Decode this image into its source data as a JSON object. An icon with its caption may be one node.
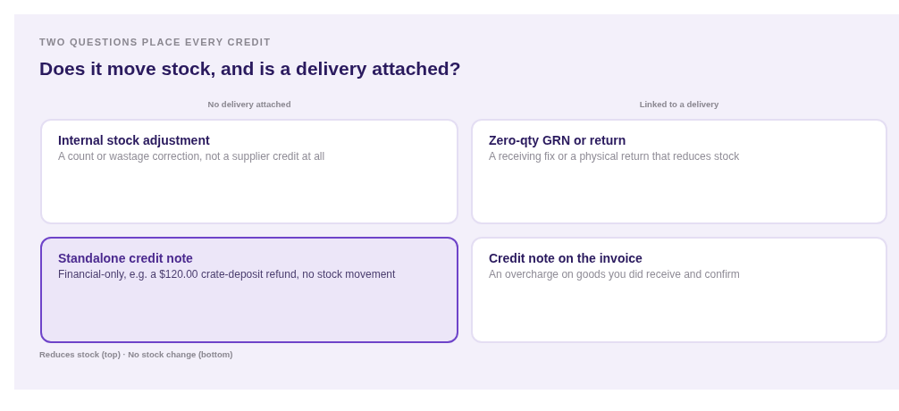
{
  "diagram": {
    "title": "Does it move stock, and is a delivery attached?",
    "caption": "Reduces stock (top) · No stock change (bottom)",
    "nodes": [
      {
        "text": [
          "Internal stock adjustment",
          "A count or wastage correction, not a supplier credit at all"
        ]
      },
      {
        "text": [
          "Zero-qty GRN or return",
          "A receiving fix or a physical return that reduces stock"
        ]
      },
      {
        "text": [
          "Standalone credit note",
          "Financial-only, e.g. a $120.00 crate-deposit refund, no stock movement"
        ]
      },
      {
        "text": [
          "Credit note on the invoice",
          "An overcharge on goods you did receive and confirm"
        ]
      }
    ],
    "edges": [],
    "labels": [
      "TWO QUESTIONS PLACE EVERY CREDIT",
      "No delivery attached",
      "Linked to a delivery"
    ]
  }
}
